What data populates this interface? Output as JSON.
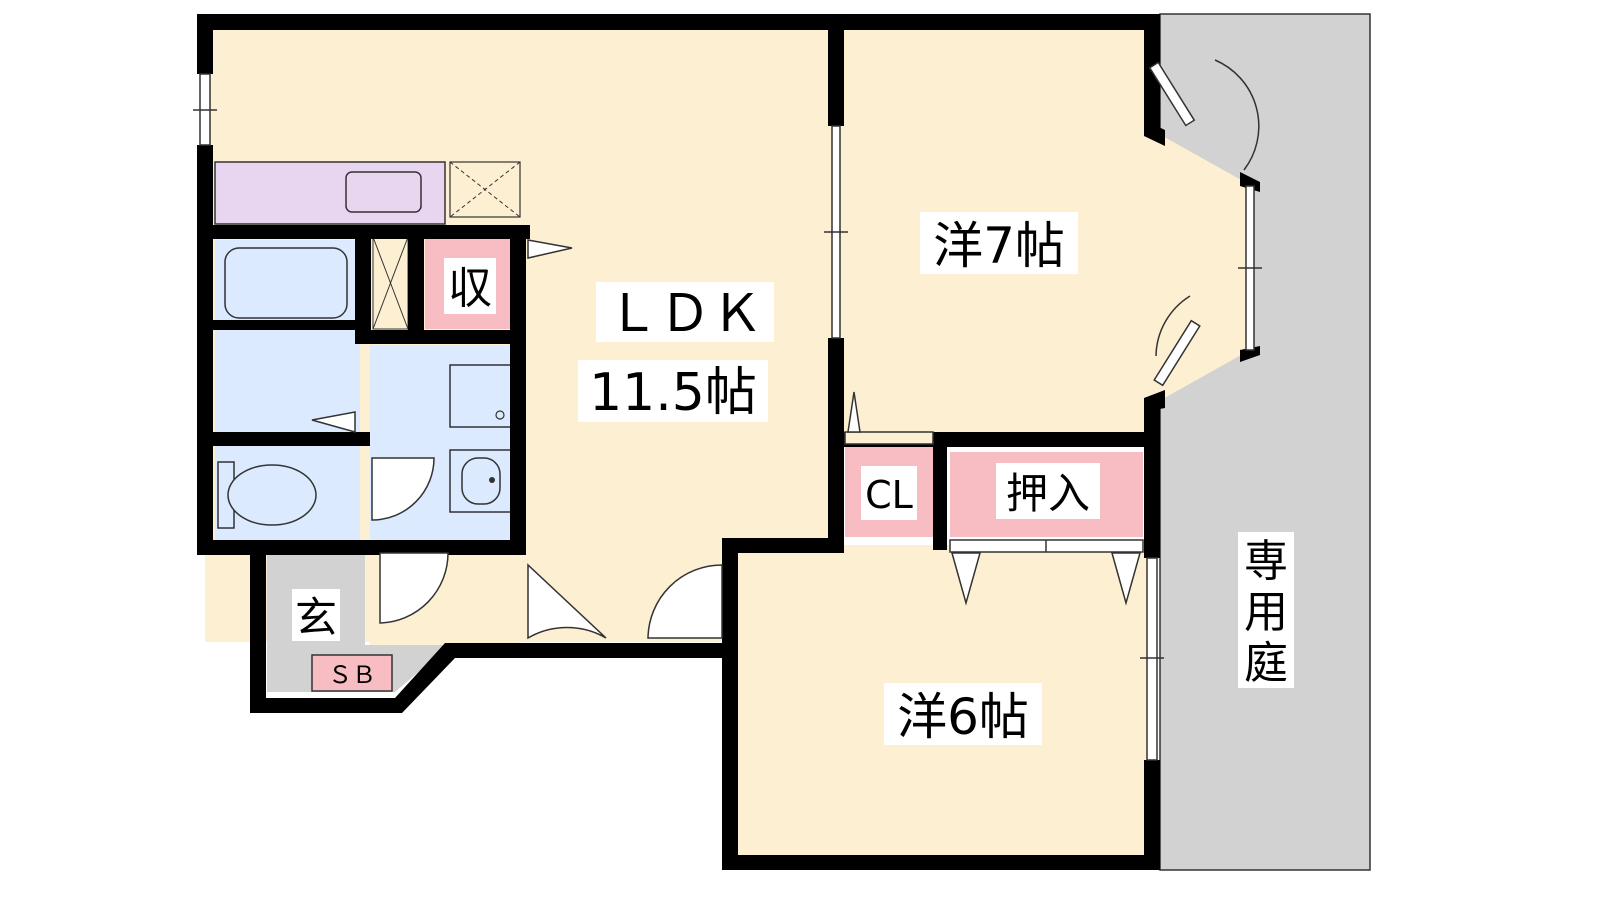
{
  "floorplan": {
    "rooms": {
      "ldk": {
        "name": "ＬＤＫ",
        "size": "11.5帖"
      },
      "western7": {
        "label": "洋7帖"
      },
      "western6": {
        "label": "洋6帖"
      },
      "storage": {
        "label": "収"
      },
      "closet": {
        "label": "CL"
      },
      "oshiire": {
        "label": "押入"
      },
      "entrance": {
        "label": "玄"
      },
      "shoebox": {
        "label": "ＳＢ"
      },
      "private_garden": {
        "label_lines": [
          "専",
          "用",
          "庭"
        ]
      }
    },
    "colors": {
      "wall": "#000000",
      "room_floor": "#fdf0d2",
      "wet_area": "#dbeaff",
      "kitchen_counter": "#e8d5f0",
      "storage": "#f8bcc3",
      "entrance": "#d2d2d2",
      "garden": "#d2d2d2"
    },
    "icons": [
      "bathtub-icon",
      "toilet-icon",
      "washbasin-icon",
      "washing-machine-icon",
      "sink-icon",
      "stove-icon",
      "swing-door-icon",
      "window-icon"
    ]
  }
}
